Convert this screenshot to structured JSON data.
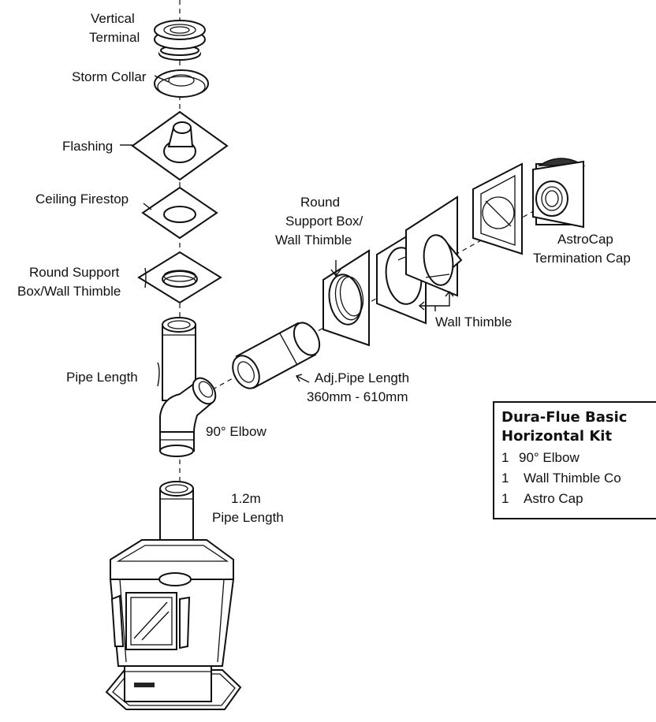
{
  "labels": {
    "vertical_terminal_1": "Vertical",
    "vertical_terminal_2": "Terminal",
    "storm_collar": "Storm Collar",
    "flashing": "Flashing",
    "ceiling_firestop": "Ceiling Firestop",
    "support_box_v_1": "Round Support",
    "support_box_v_2": "Box/Wall Thimble",
    "pipe_length": "Pipe Length",
    "elbow": "90° Elbow",
    "pipe_12_1": "1.2m",
    "pipe_12_2": "Pipe Length",
    "support_box_h_1": "Round",
    "support_box_h_2": "Support Box/",
    "support_box_h_3": "Wall Thimble",
    "adj_pipe_1": "Adj.Pipe Length",
    "adj_pipe_2": "360mm - 610mm",
    "wall_thimble": "Wall Thimble",
    "astrocap_1": "AstroCap",
    "astrocap_2": "Termination Cap"
  },
  "kit": {
    "title_1": "Dura-Flue Basic",
    "title_2": "Horizontal Kit",
    "items": [
      {
        "qty": "1",
        "name": "90° Elbow"
      },
      {
        "qty": "1",
        "name": "Wall Thimble Co"
      },
      {
        "qty": "1",
        "name": "Astro Cap"
      }
    ]
  }
}
